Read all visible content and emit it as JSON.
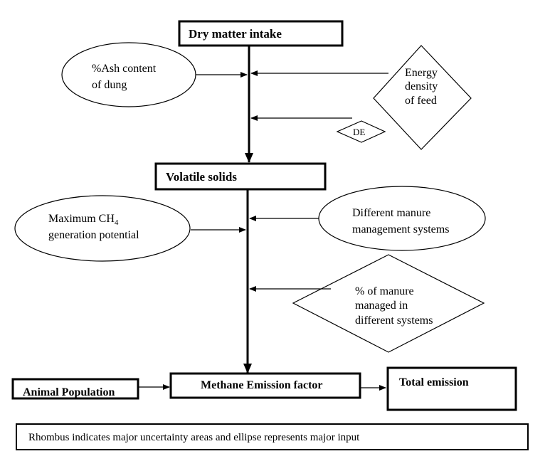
{
  "nodes": {
    "dry_matter_intake": "Dry matter intake",
    "ash_content": [
      "%Ash  content",
      "of dung"
    ],
    "energy_density": [
      "Energy",
      "density",
      "of feed"
    ],
    "de": "DE",
    "volatile_solids": "Volatile solids",
    "max_ch4": {
      "line1_prefix": "Maximum CH",
      "line1_sub": "4",
      "line2": "generation potential"
    },
    "manure_systems": [
      "Different manure",
      "management systems"
    ],
    "pct_manure": [
      "% of manure",
      "managed in",
      "different systems"
    ],
    "animal_population": "Animal Population",
    "methane_emission_factor": "Methane Emission factor",
    "total_emission": "Total emission"
  },
  "legend": "Rhombus indicates major uncertainty areas and ellipse represents major input"
}
